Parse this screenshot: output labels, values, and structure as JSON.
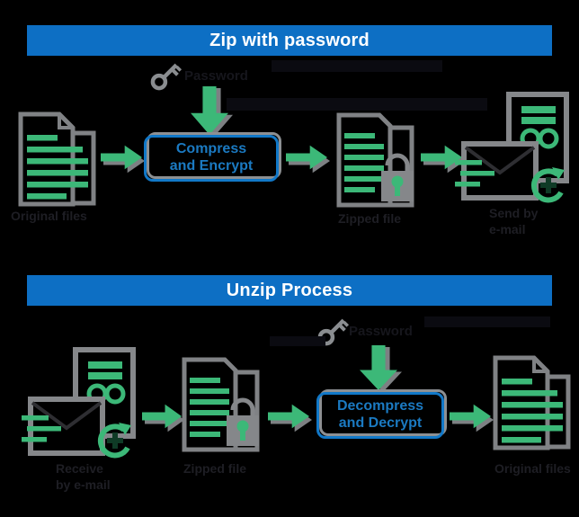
{
  "zip_section": {
    "title": "Zip with password",
    "password_label": "Password",
    "box": {
      "line1": "Compress",
      "line2": "and Encrypt"
    },
    "labels": {
      "source": "Original files",
      "zipped": "Zipped file",
      "send_line1": "Send by",
      "send_line2": "e-mail"
    }
  },
  "unzip_section": {
    "title": "Unzip Process",
    "password_label": "Password",
    "box": {
      "line1": "Decompress",
      "line2": "and Decrypt"
    },
    "labels": {
      "receive_line1": "Receive",
      "receive_line2": "by e-mail",
      "zipped": "Zipped file",
      "output": "Original files"
    }
  },
  "colors": {
    "header_bg": "#0d6fc4",
    "header_text": "#ffffff",
    "accent_green": "#3cb878",
    "icon_gray": "#85878a",
    "box_border_blue": "#1178c8",
    "box_text_blue": "#1b7ac2",
    "label_dark": "#1e1e24",
    "background": "#000000"
  }
}
